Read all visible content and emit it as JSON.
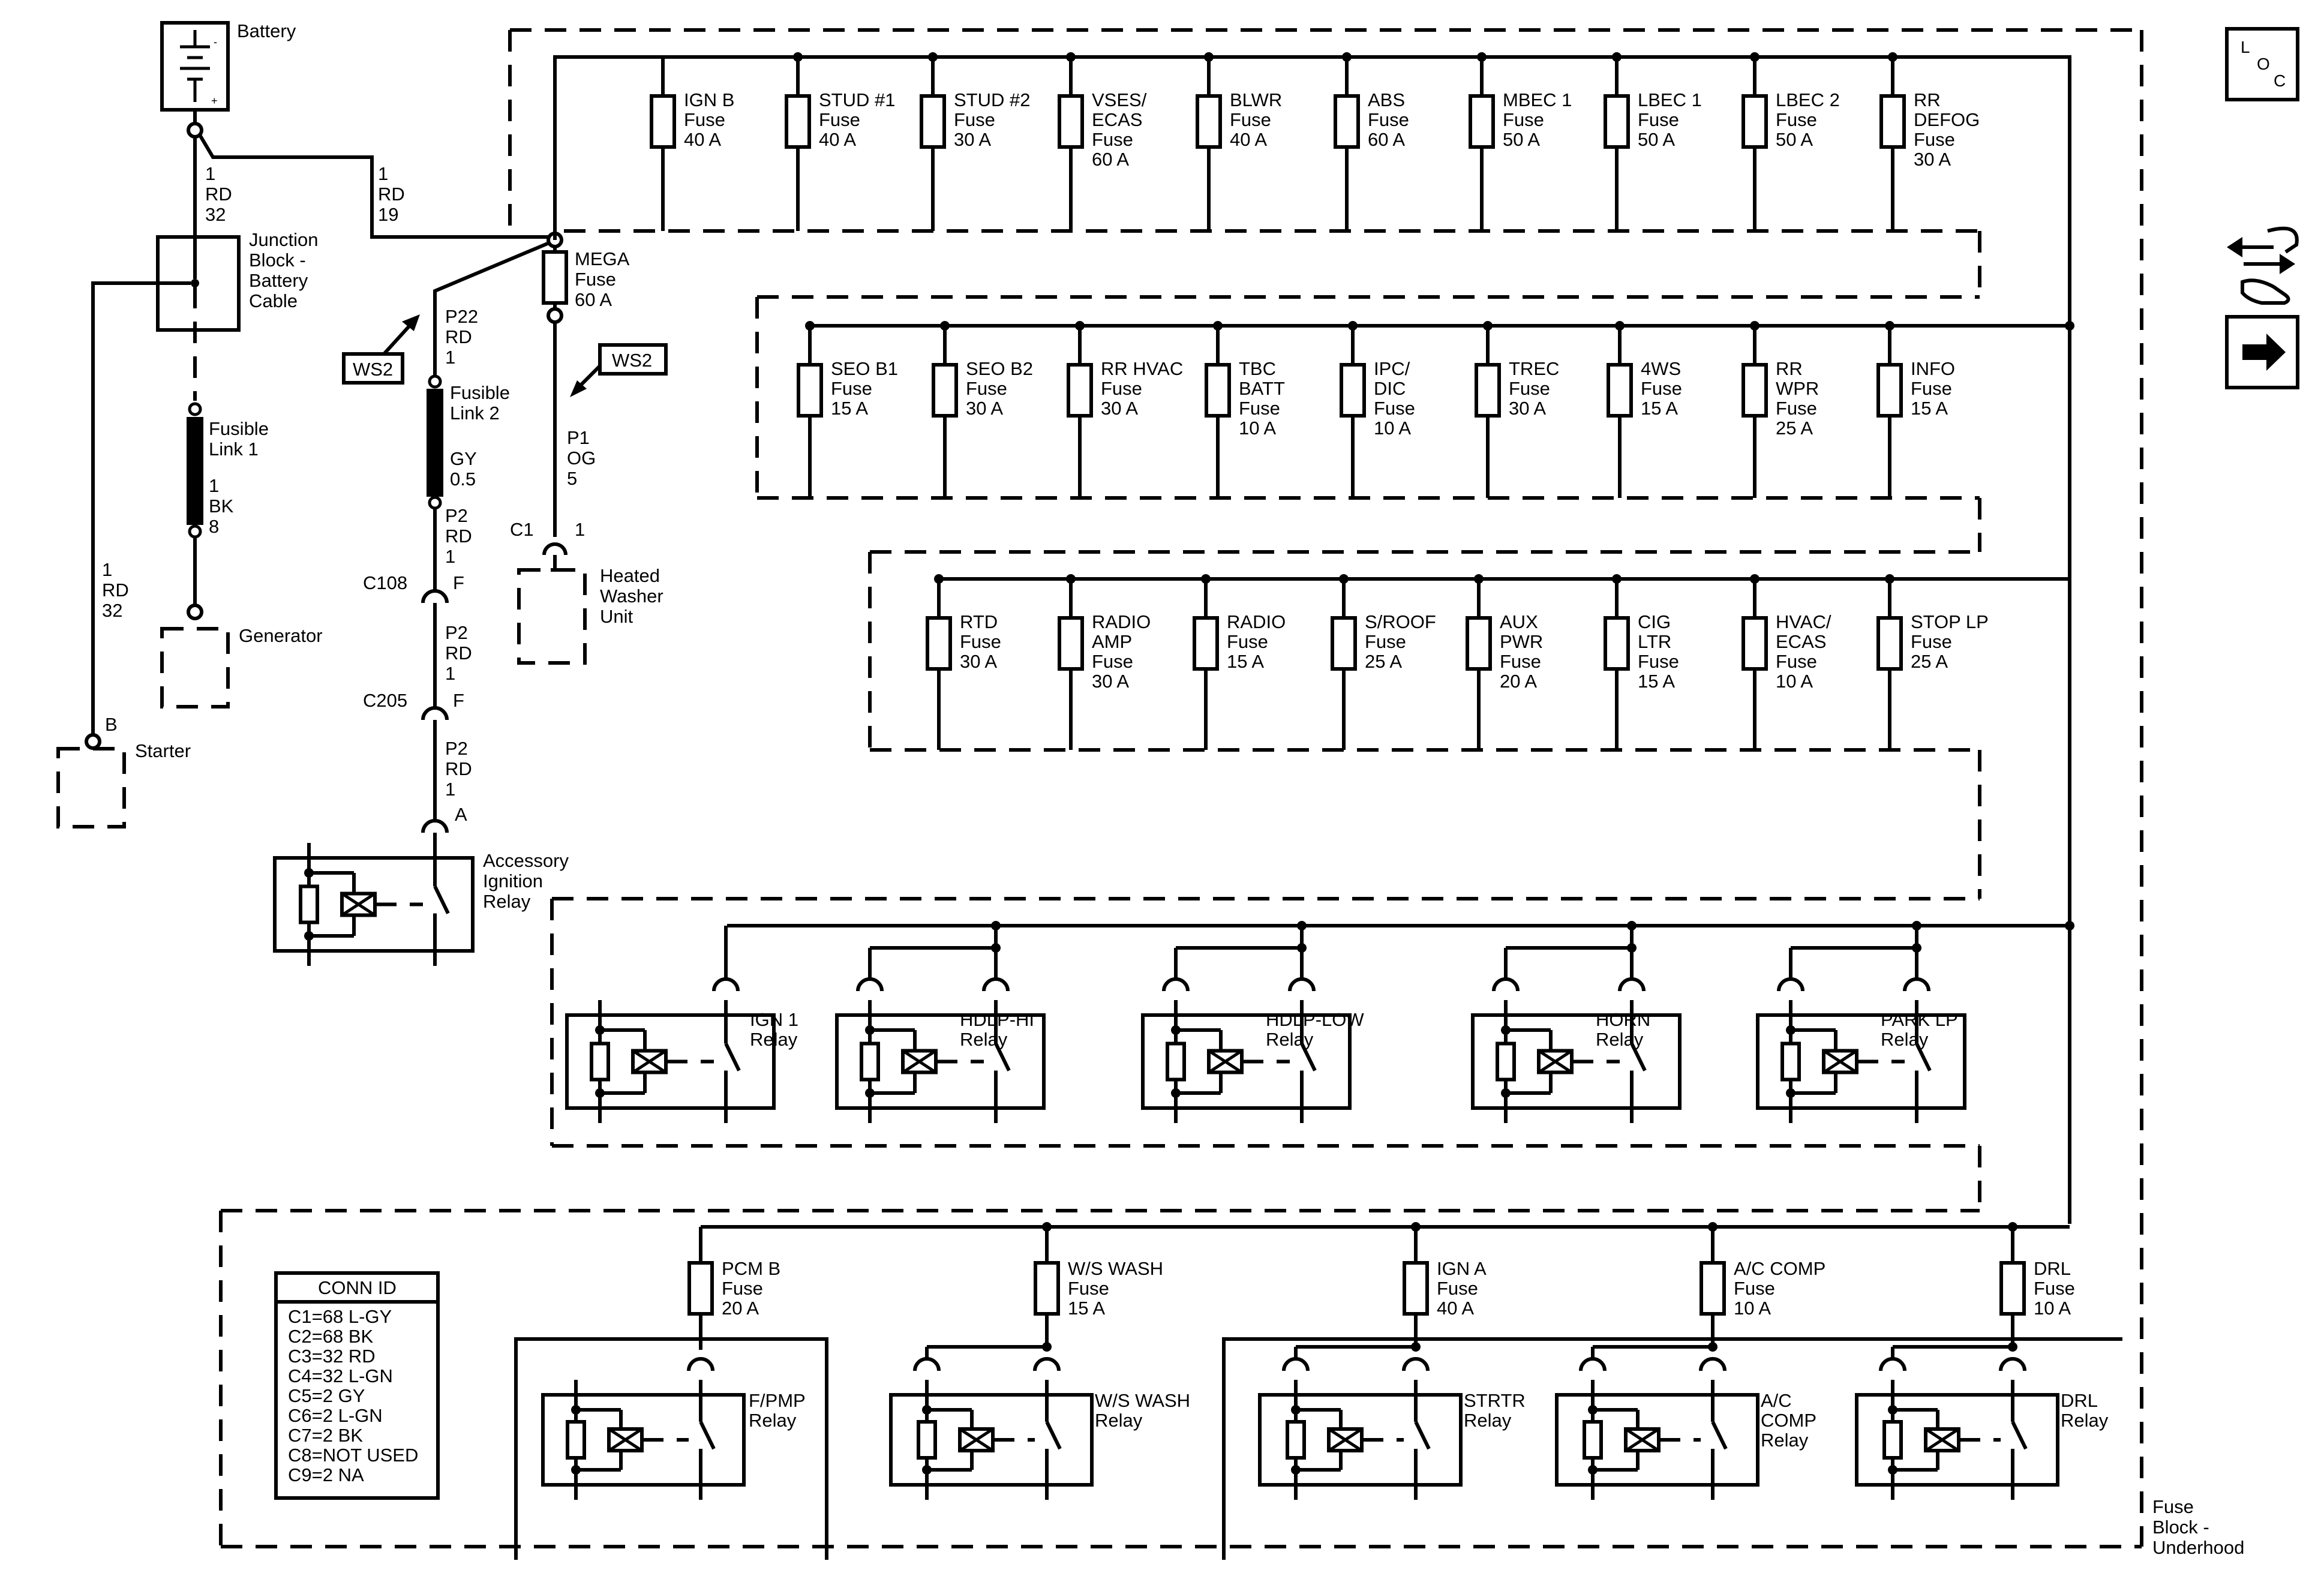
{
  "power": {
    "battery": "Battery",
    "junction_block": [
      "Junction",
      "Block -",
      "Battery",
      "Cable"
    ],
    "wire_bat_jb": [
      "1",
      "RD",
      "32"
    ],
    "wire_bat_mega": [
      "1",
      "RD",
      "19"
    ],
    "fusible_link1": [
      "Fusible",
      "Link 1"
    ],
    "wire_link1": [
      "1",
      "BK",
      "8"
    ],
    "generator": "Generator",
    "wire_starter": [
      "1",
      "RD",
      "32"
    ],
    "starter_pin": "B",
    "starter": "Starter",
    "mega_fuse": [
      "MEGA",
      "Fuse",
      "60 A"
    ],
    "ws2_a": "WS2",
    "ws2_b": "WS2",
    "wire_p22": [
      "P22",
      "RD",
      "1"
    ],
    "fusible_link2": [
      "Fusible",
      "Link 2"
    ],
    "wire_gy": [
      "GY",
      "0.5"
    ],
    "wire_p2_a": [
      "P2",
      "RD",
      "1"
    ],
    "c108": "C108",
    "c108_pin": "F",
    "wire_p2_b": [
      "P2",
      "RD",
      "1"
    ],
    "c205": "C205",
    "c205_pin": "F",
    "wire_p2_c": [
      "P2",
      "RD",
      "1"
    ],
    "acc_pin": "A",
    "acc_relay": [
      "Accessory",
      "Ignition",
      "Relay"
    ],
    "wire_p1": [
      "P1",
      "OG",
      "5"
    ],
    "c1": "C1",
    "c1_pin": "1",
    "heated_washer": [
      "Heated",
      "Washer",
      "Unit"
    ]
  },
  "fuse_rows": [
    [
      {
        "lines": [
          "IGN B",
          "Fuse",
          "40 A"
        ]
      },
      {
        "lines": [
          "STUD #1",
          "Fuse",
          "40 A"
        ]
      },
      {
        "lines": [
          "STUD #2",
          "Fuse",
          "30 A"
        ]
      },
      {
        "lines": [
          "VSES/",
          "ECAS",
          "Fuse",
          "60 A"
        ]
      },
      {
        "lines": [
          "BLWR",
          "Fuse",
          "40 A"
        ]
      },
      {
        "lines": [
          "ABS",
          "Fuse",
          "60 A"
        ]
      },
      {
        "lines": [
          "MBEC 1",
          "Fuse",
          "50 A"
        ]
      },
      {
        "lines": [
          "LBEC 1",
          "Fuse",
          "50 A"
        ]
      },
      {
        "lines": [
          "LBEC 2",
          "Fuse",
          "50 A"
        ]
      },
      {
        "lines": [
          "RR",
          "DEFOG",
          "Fuse",
          "30 A"
        ]
      }
    ],
    [
      {
        "lines": [
          "SEO B1",
          "Fuse",
          "15 A"
        ]
      },
      {
        "lines": [
          "SEO B2",
          "Fuse",
          "30 A"
        ]
      },
      {
        "lines": [
          "RR HVAC",
          "Fuse",
          "30 A"
        ]
      },
      {
        "lines": [
          "TBC",
          "BATT",
          "Fuse",
          "10 A"
        ]
      },
      {
        "lines": [
          "IPC/",
          "DIC",
          "Fuse",
          "10 A"
        ]
      },
      {
        "lines": [
          "TREC",
          "Fuse",
          "30 A"
        ]
      },
      {
        "lines": [
          "4WS",
          "Fuse",
          "15 A"
        ]
      },
      {
        "lines": [
          "RR",
          "WPR",
          "Fuse",
          "25 A"
        ]
      },
      {
        "lines": [
          "INFO",
          "Fuse",
          "15 A"
        ]
      }
    ],
    [
      {
        "lines": [
          "RTD",
          "Fuse",
          "30 A"
        ]
      },
      {
        "lines": [
          "RADIO",
          "AMP",
          "Fuse",
          "30 A"
        ]
      },
      {
        "lines": [
          "RADIO",
          "Fuse",
          "15 A"
        ]
      },
      {
        "lines": [
          "S/ROOF",
          "Fuse",
          "25 A"
        ]
      },
      {
        "lines": [
          "AUX",
          "PWR",
          "Fuse",
          "20 A"
        ]
      },
      {
        "lines": [
          "CIG",
          "LTR",
          "Fuse",
          "15 A"
        ]
      },
      {
        "lines": [
          "HVAC/",
          "ECAS",
          "Fuse",
          "10 A"
        ]
      },
      {
        "lines": [
          "STOP LP",
          "Fuse",
          "25 A"
        ]
      }
    ]
  ],
  "relays_row": [
    {
      "lines": [
        "IGN 1",
        "Relay"
      ]
    },
    {
      "lines": [
        "HDLP-HI",
        "Relay"
      ]
    },
    {
      "lines": [
        "HDLP-LOW",
        "Relay"
      ]
    },
    {
      "lines": [
        "HORN",
        "Relay"
      ]
    },
    {
      "lines": [
        "PARK LP",
        "Relay"
      ]
    }
  ],
  "bottom_fuses": [
    {
      "lines": [
        "PCM B",
        "Fuse",
        "20 A"
      ]
    },
    {
      "lines": [
        "W/S WASH",
        "Fuse",
        "15 A"
      ]
    },
    {
      "lines": [
        "IGN A",
        "Fuse",
        "40 A"
      ]
    },
    {
      "lines": [
        "A/C COMP",
        "Fuse",
        "10 A"
      ]
    },
    {
      "lines": [
        "DRL",
        "Fuse",
        "10 A"
      ]
    }
  ],
  "bottom_relays": [
    {
      "lines": [
        "F/PMP",
        "Relay"
      ]
    },
    {
      "lines": [
        "W/S WASH",
        "Relay"
      ]
    },
    {
      "lines": [
        "STRTR",
        "Relay"
      ]
    },
    {
      "lines": [
        "A/C",
        "COMP",
        "Relay"
      ]
    },
    {
      "lines": [
        "DRL",
        "Relay"
      ]
    }
  ],
  "conn_id": {
    "title": "CONN ID",
    "rows": [
      "C1=68 L-GY",
      "C2=68 BK",
      "C3=32 RD",
      "C4=32 L-GN",
      "C5=2 GY",
      "C6=2 L-GN",
      "C7=2 BK",
      "C8=NOT USED",
      "C9=2 NA"
    ]
  },
  "fuse_block": [
    "Fuse",
    "Block -",
    "Underhood"
  ],
  "icons": {
    "loc": {
      "letters": [
        "L",
        "O",
        "C"
      ],
      "name": "loc-icon"
    },
    "tools": "wrench-arrows-icon",
    "next": "right-arrow-icon"
  }
}
